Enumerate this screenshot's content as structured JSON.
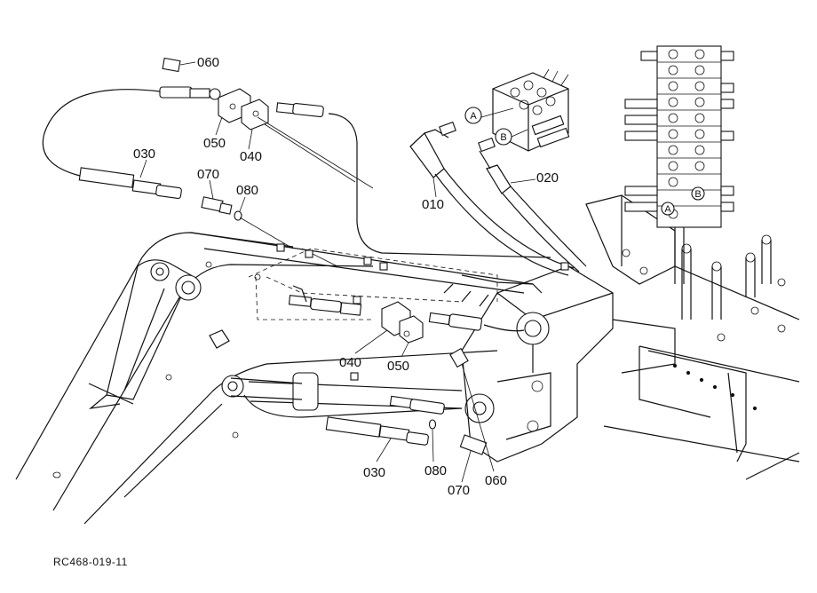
{
  "labels": {
    "p060_top": "060",
    "p050_top": "050",
    "p040_top": "040",
    "p030_top": "030",
    "p070_top": "070",
    "p080_top": "080",
    "p010": "010",
    "p020": "020",
    "p040_mid": "040",
    "p050_mid": "050",
    "p030_bot": "030",
    "p080_bot": "080",
    "p070_bot": "070",
    "p060_bot": "060",
    "port_a": "A",
    "port_b": "B",
    "valve_a": "A",
    "valve_b": "B"
  },
  "drawing_code": "RC468-019-11"
}
